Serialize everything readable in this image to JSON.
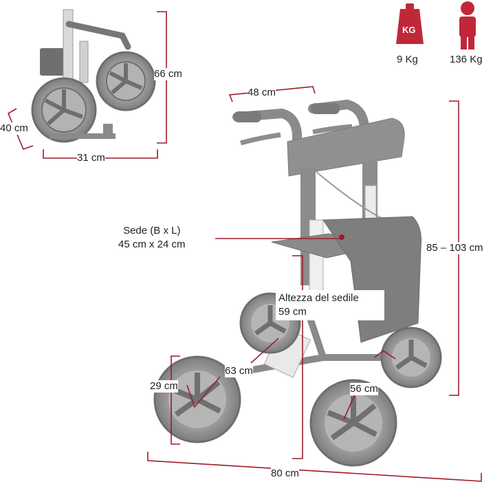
{
  "colors": {
    "dimension_line": "#9b1c2c",
    "product_gray": "#8e8e8e",
    "icon_red": "#c0283a"
  },
  "icons": {
    "weight": "weight-kg-icon",
    "person": "person-icon"
  },
  "weight": {
    "icon_text": "KG",
    "value": "9 Kg"
  },
  "capacity": {
    "value": "136 Kg"
  },
  "folded": {
    "height": "66 cm",
    "depth": "40 cm",
    "width": "31 cm"
  },
  "dimensions": {
    "handle_width": "48 cm",
    "handle_height": "85 – 103 cm",
    "seat_label_line1": "Sede (B x L)",
    "seat_label_line2": "45 cm x 24 cm",
    "seat_height_line1": "Altezza del sedile",
    "seat_height_line2": "59 cm",
    "inner_width": "63 cm",
    "wheel_diameter": "29 cm",
    "back_width": "56 cm",
    "length": "80 cm"
  }
}
